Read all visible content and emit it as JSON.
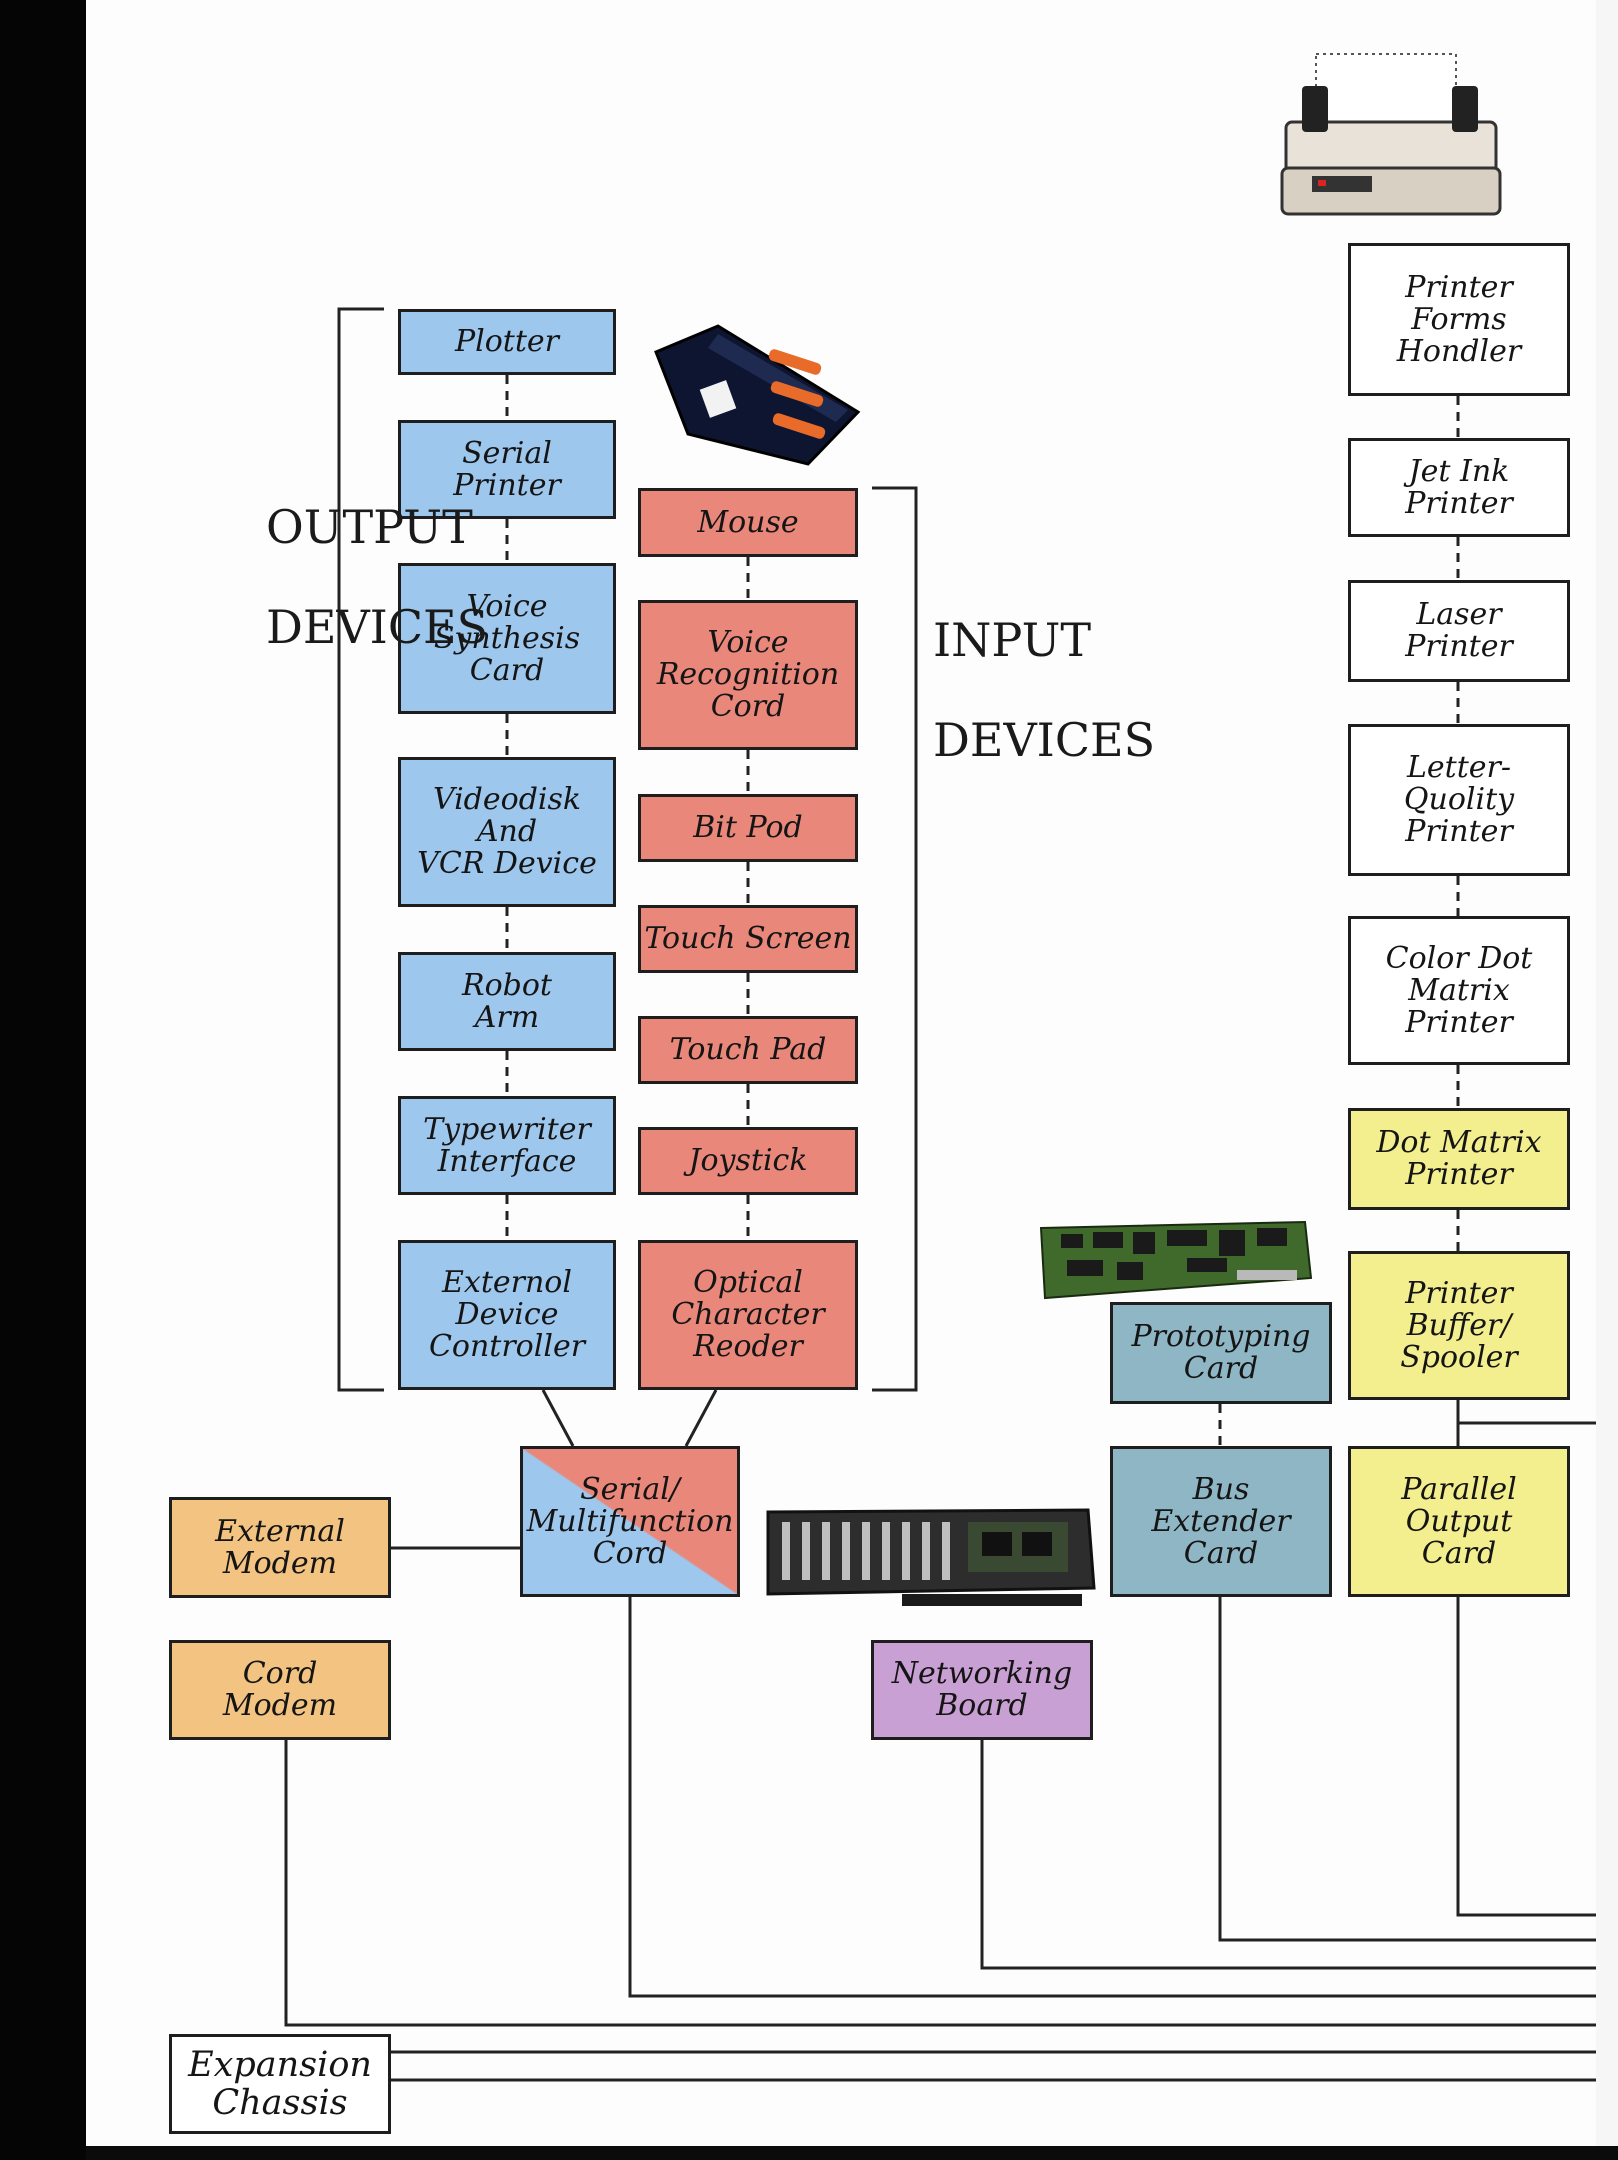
{
  "output_devices_label": "OUTPUT\n\nDEVICES",
  "input_devices_label": "INPUT\n\nDEVICES",
  "boxes": {
    "plotter": "Plotter",
    "serial_printer": "Serial\nPrinter",
    "voice_synthesis_card": "Voice\nSynthesis\nCard",
    "videodisk_vcr": "Videodisk\nAnd\nVCR Device",
    "robot_arm": "Robot\nArm",
    "typewriter_interface": "Typewriter\nInterface",
    "external_device_controller": "Externol\nDevice\nController",
    "mouse": "Mouse",
    "voice_recognition_card": "Voice\nRecognition\nCord",
    "bit_pad": "Bit Pod",
    "touch_screen": "Touch Screen",
    "touch_pad": "Touch Pad",
    "joystick": "Joystick",
    "optical_character_reader": "Optical\nCharacter\nReoder",
    "serial_multifunction_card": "Serial/\nMultifunction\nCord",
    "external_modem": "External\nModem",
    "card_modem": "Cord\nModem",
    "networking_board": "Networking\nBoard",
    "prototyping_card": "Prototyping\nCard",
    "bus_extender_card": "Bus\nExtender\nCard",
    "printer_forms_handler": "Printer\nForms\nHondler",
    "jet_ink_printer": "Jet Ink\nPrinter",
    "laser_printer": "Laser\nPrinter",
    "letter_quality_printer": "Letter-\nQuolity\nPrinter",
    "color_dot_matrix_printer": "Color Dot\nMatrix\nPrinter",
    "dot_matrix_printer": "Dot Matrix\nPrinter",
    "printer_buffer_spooler": "Printer\nBuffer/\nSpooler",
    "parallel_output_card": "Parallel\nOutput\nCard",
    "expansion_chassis": "Expansion\nChassis"
  },
  "colors": {
    "output_devices": "#9ec7ee",
    "input_devices": "#e8877a",
    "printers": "#ffffff",
    "printer_path": "#f3ee8e",
    "bus_cards": "#8fb6c4",
    "modems": "#f2c381",
    "networking": "#c9a0d4"
  },
  "illustrations": [
    "dot-matrix-printer",
    "joystick-controller",
    "prototyping-circuit-board",
    "expansion-circuit-board"
  ]
}
